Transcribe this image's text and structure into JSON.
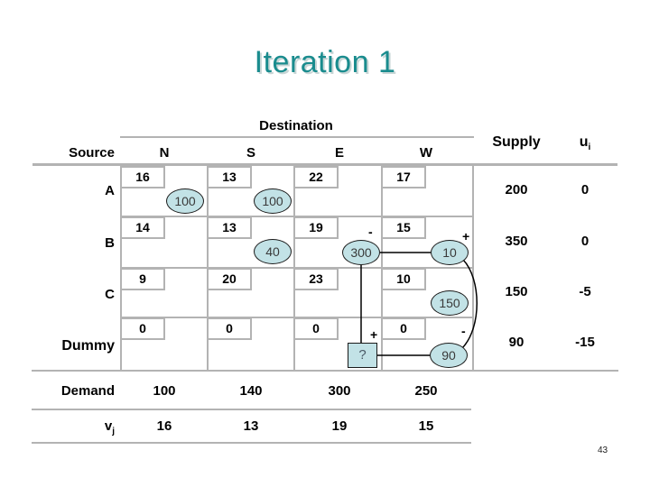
{
  "slide": {
    "title": "Iteration 1",
    "page_number": "43"
  },
  "colors": {
    "accent_teal": "#1a8c8e",
    "grid_gray": "#b3b3b3",
    "allocation_fill": "#c2e2e6"
  },
  "table": {
    "destination_header": "Destination",
    "source_header": "Source",
    "supply_header": "Supply",
    "ui_base": "u",
    "ui_sub": "i",
    "columns": [
      "N",
      "S",
      "E",
      "W"
    ],
    "rows": [
      {
        "label": "A",
        "costs": [
          "16",
          "13",
          "22",
          "17"
        ],
        "supply": "200",
        "ui": "0"
      },
      {
        "label": "B",
        "costs": [
          "14",
          "13",
          "19",
          "15"
        ],
        "supply": "350",
        "ui": "0"
      },
      {
        "label": "C",
        "costs": [
          "9",
          "20",
          "23",
          "10"
        ],
        "supply": "150",
        "ui": "-5"
      },
      {
        "label": "Dummy",
        "costs": [
          "0",
          "0",
          "0",
          "0"
        ],
        "supply": "90",
        "ui": "-15"
      }
    ],
    "allocations": {
      "a_n": "100",
      "a_s": "100",
      "b_s": "40",
      "b_e": "300",
      "b_w": "10",
      "c_w": "150",
      "dummy_w": "90"
    },
    "entering_cell": {
      "value": "?"
    },
    "loop_signs": {
      "b_e": "-",
      "b_w": "+",
      "dummy_e": "+",
      "dummy_w": "-"
    },
    "demand_label": "Demand",
    "demand": [
      "100",
      "140",
      "300",
      "250"
    ],
    "vj_base": "v",
    "vj_sub": "j",
    "vj": [
      "16",
      "13",
      "19",
      "15"
    ]
  }
}
